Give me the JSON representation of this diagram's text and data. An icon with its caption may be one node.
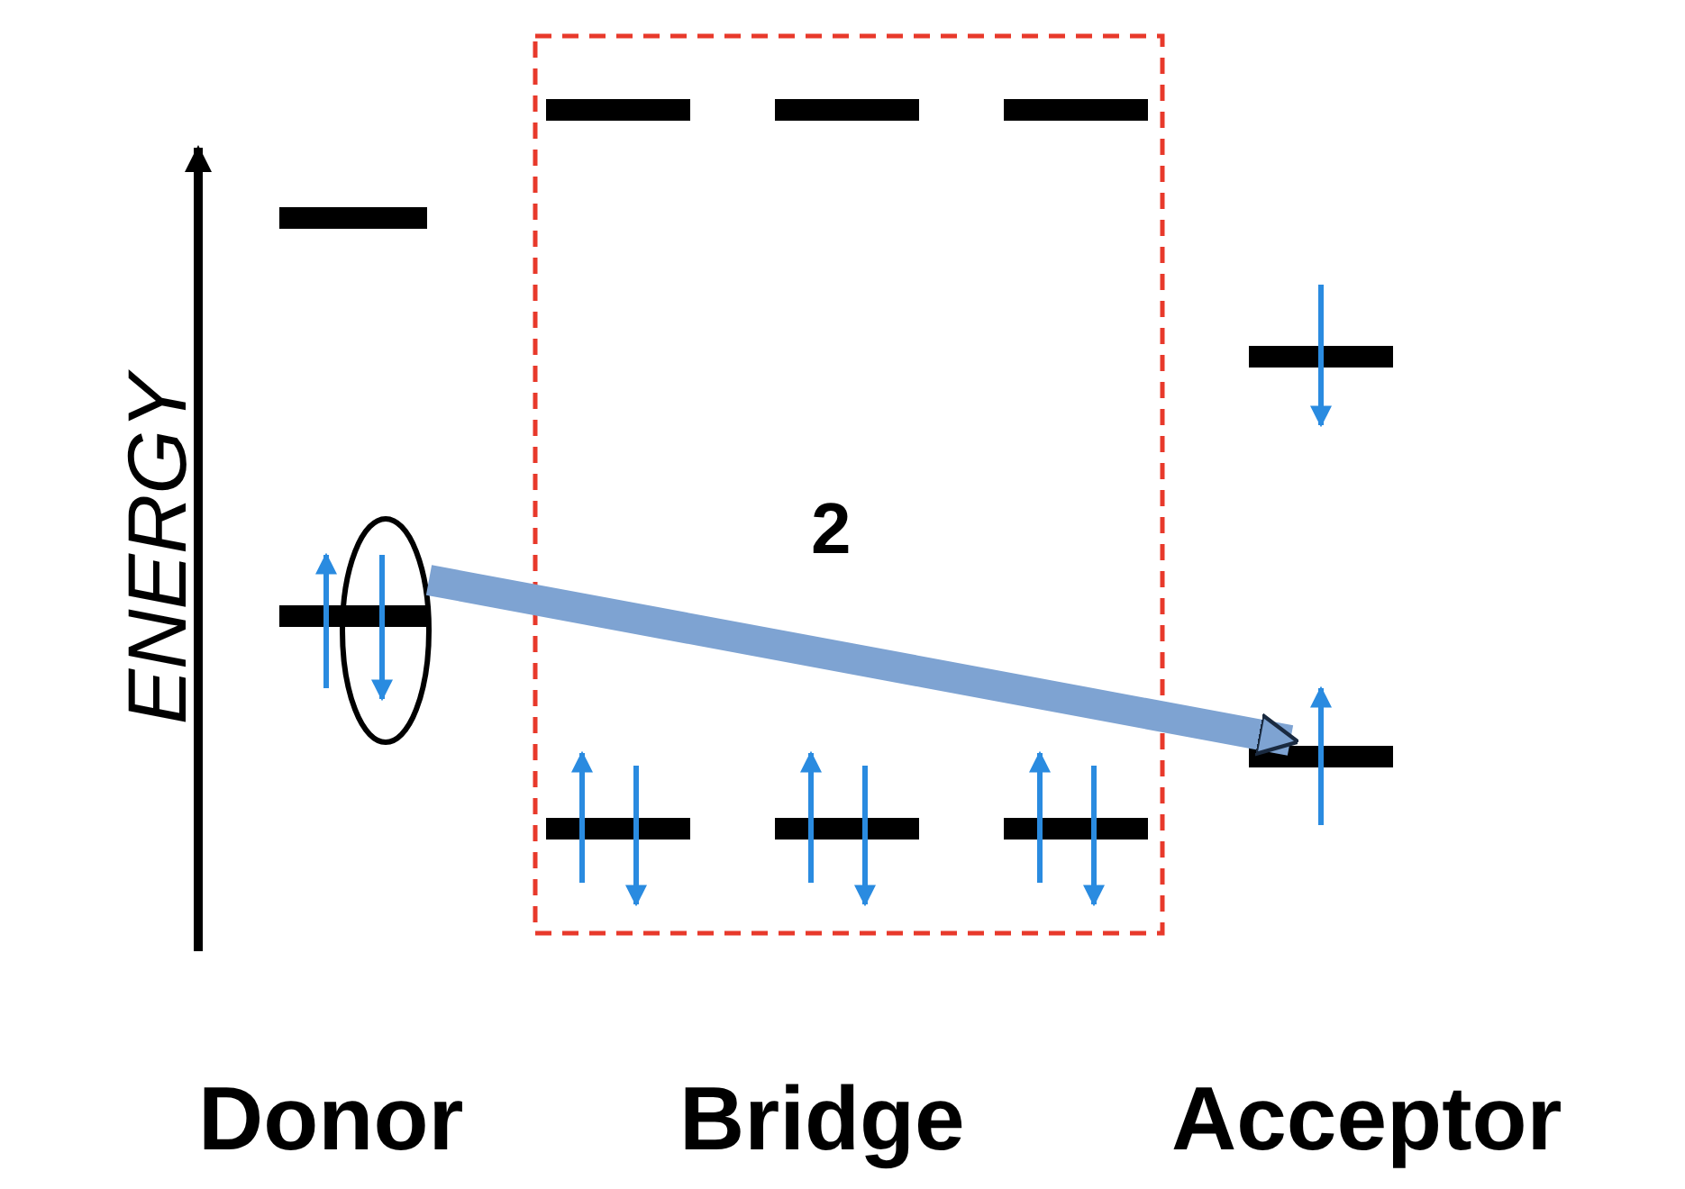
{
  "diagram": {
    "nodes": [
      {
        "text": [],
        "shape": "bar"
      },
      {
        "text": [],
        "shape": "bar"
      },
      {
        "text": [],
        "shape": "circle"
      },
      {
        "text": [],
        "shape": "bar"
      },
      {
        "text": [],
        "shape": "bar"
      },
      {
        "text": [],
        "shape": "bar"
      },
      {
        "text": [],
        "shape": "bar"
      },
      {
        "text": [],
        "shape": "bar"
      },
      {
        "text": [],
        "shape": "bar"
      },
      {
        "text": [],
        "shape": "bar"
      },
      {
        "text": [],
        "shape": "bar"
      }
    ],
    "edges": [
      {
        "from": 2,
        "to": 10,
        "arrow": "to",
        "label": "2"
      }
    ],
    "labels": [
      "ENERGY",
      "Donor",
      "Bridge",
      "Acceptor"
    ]
  }
}
